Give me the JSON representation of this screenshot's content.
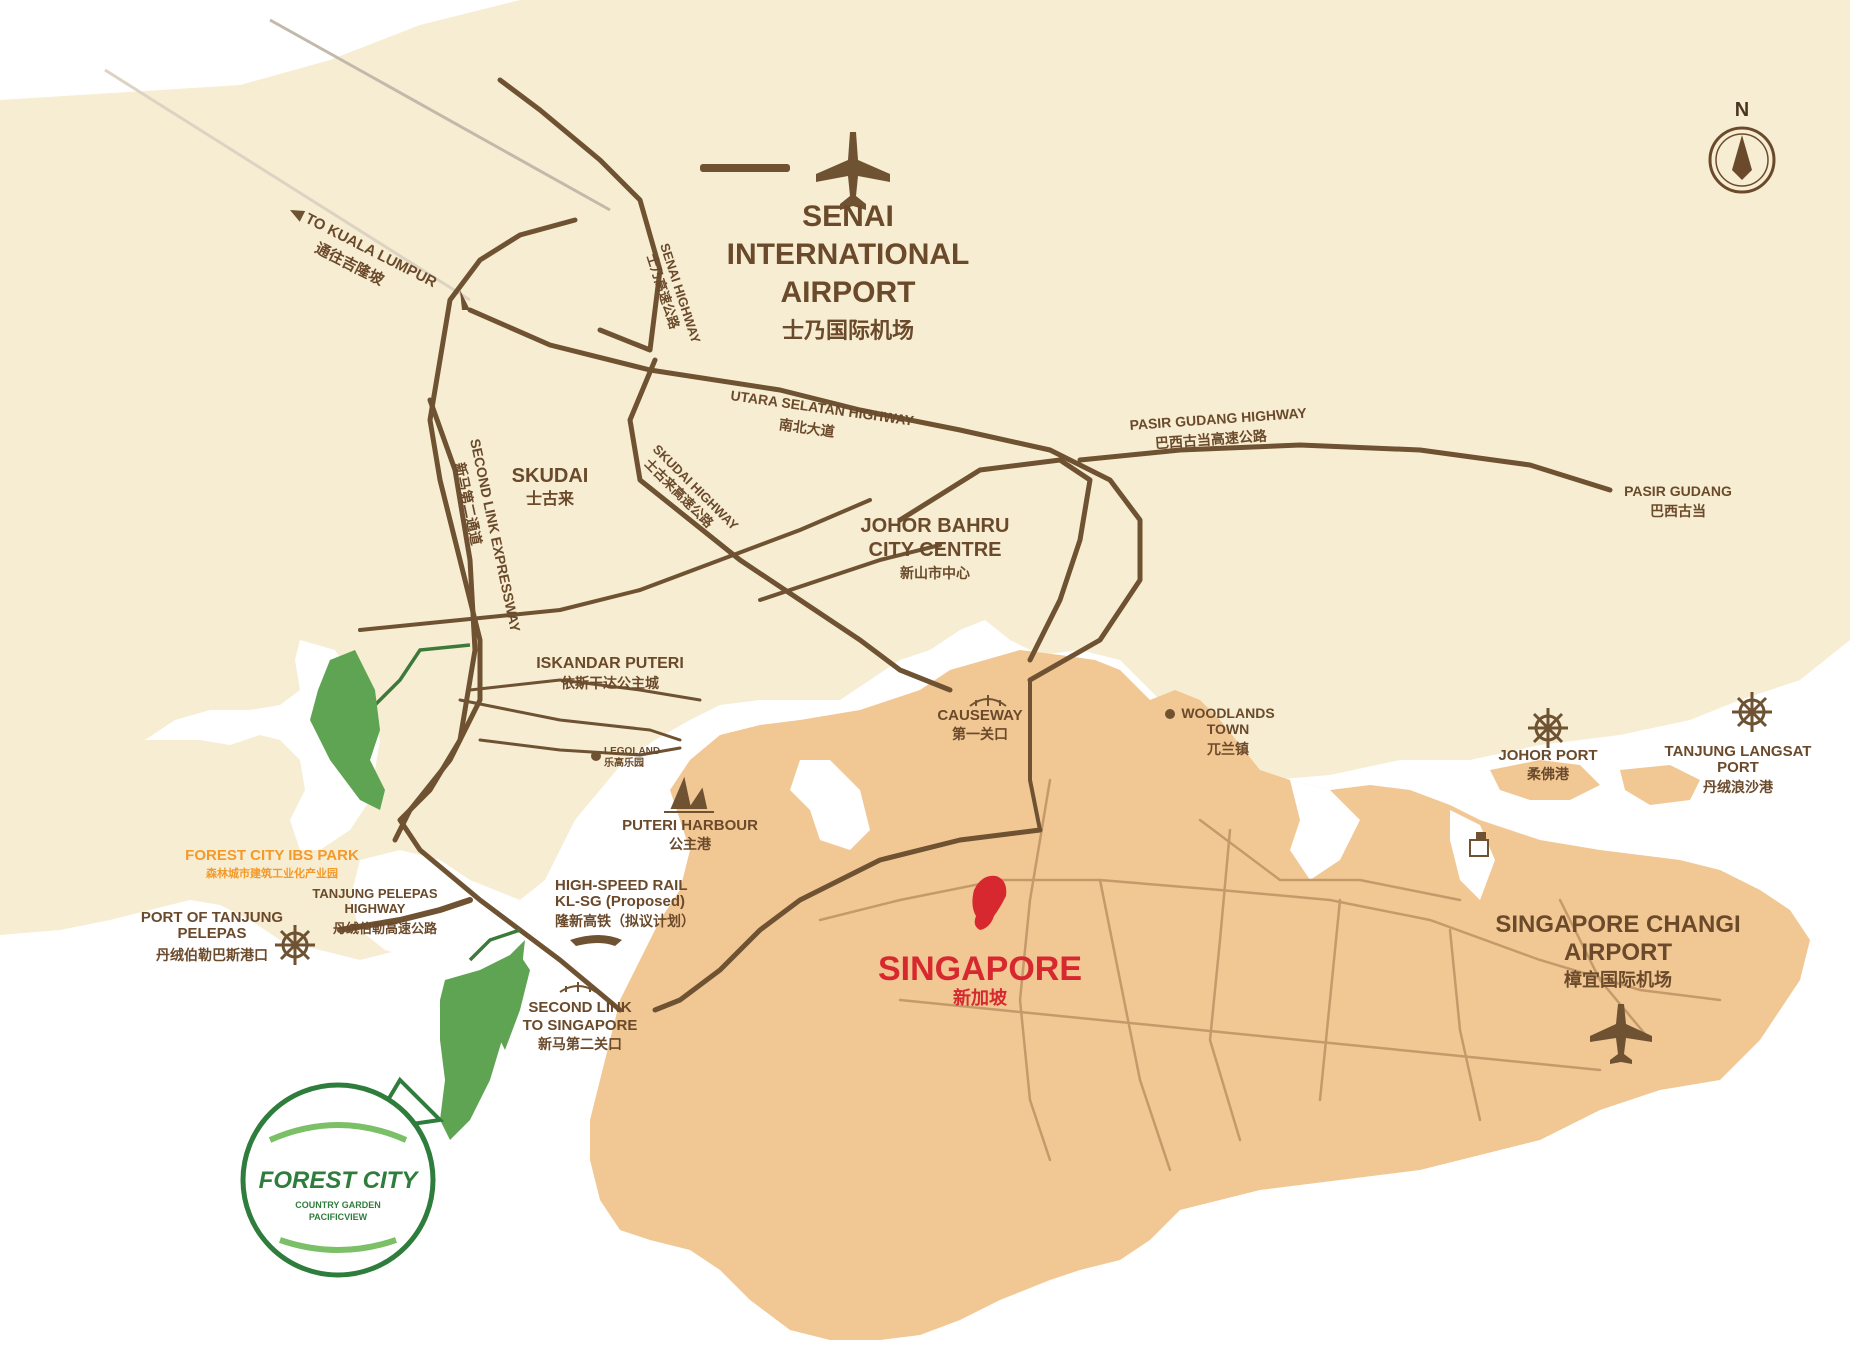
{
  "map": {
    "colors": {
      "land_johor": "#f6edd3",
      "land_singapore": "#f1c794",
      "water": "#ffffff",
      "road": "#6e5232",
      "text_brown": "#6b4a2b",
      "singapore_red": "#d7282f",
      "forest_green": "#5fa452",
      "ibs_orange": "#f39a2b"
    },
    "compass": {
      "letter": "N",
      "icon": "compass-arrow-icon"
    },
    "labels": {
      "senai_en_1": "SENAI",
      "senai_en_2": "INTERNATIONAL",
      "senai_en_3": "AIRPORT",
      "senai_cn": "士乃国际机场",
      "kl_en": "TO KUALA LUMPUR",
      "kl_cn": "通往吉隆坡",
      "senai_hwy_en": "SENAI HIGHWAY",
      "senai_hwy_cn": "士乃高速公路",
      "utara_en": "UTARA SELATAN HIGHWAY",
      "utara_cn": "南北大道",
      "pasir_hwy_en": "PASIR GUDANG HIGHWAY",
      "pasir_hwy_cn": "巴西古当高速公路",
      "pasir_en": "PASIR GUDANG",
      "pasir_cn": "巴西古当",
      "second_link_exp_en": "SECOND LINK EXPRESSWAY",
      "second_link_exp_cn": "新马第二通道",
      "skudai_en": "SKUDAI",
      "skudai_cn": "士古来",
      "skudai_hwy_en": "SKUDAI HIGHWAY",
      "skudai_hwy_cn": "士古来高速公路",
      "jb_en_1": "JOHOR BAHRU",
      "jb_en_2": "CITY CENTRE",
      "jb_cn": "新山市中心",
      "iskandar_en": "ISKANDAR PUTERI",
      "iskandar_cn": "依斯干达公主城",
      "legoland_en": "LEGOLAND",
      "legoland_cn": "乐高乐园",
      "causeway_en": "CAUSEWAY",
      "causeway_cn": "第一关口",
      "woodlands_en_1": "WOODLANDS",
      "woodlands_en_2": "TOWN",
      "woodlands_cn": "兀兰镇",
      "johor_port_en": "JOHOR PORT",
      "johor_port_cn": "柔佛港",
      "langsat_en_1": "TANJUNG LANGSAT",
      "langsat_en_2": "PORT",
      "langsat_cn": "丹绒浪沙港",
      "puteri_en": "PUTERI HARBOUR",
      "puteri_cn": "公主港",
      "ibs_en": "FOREST CITY IBS PARK",
      "ibs_cn": "森林城市建筑工业化产业园",
      "ptp_hwy_en_1": "TANJUNG PELEPAS",
      "ptp_hwy_en_2": "HIGHWAY",
      "ptp_hwy_cn": "丹绒伯勒高速公路",
      "ptp_en_1": "PORT OF TANJUNG",
      "ptp_en_2": "PELEPAS",
      "ptp_cn": "丹绒伯勒巴斯港口",
      "hsr_en_1": "HIGH-SPEED RAIL",
      "hsr_en_2": "KL-SG (Proposed)",
      "hsr_cn": "隆新高铁（拟议计划）",
      "second_link_en_1": "SECOND LINK",
      "second_link_en_2": "TO SINGAPORE",
      "second_link_cn": "新马第二关口",
      "singapore_en": "SINGAPORE",
      "singapore_cn": "新加坡",
      "changi_en_1": "SINGAPORE CHANGI",
      "changi_en_2": "AIRPORT",
      "changi_cn": "樟宜国际机场",
      "fc_logo_1": "FOREST CITY",
      "fc_logo_2": "COUNTRY GARDEN",
      "fc_logo_3": "PACIFICVIEW"
    }
  }
}
